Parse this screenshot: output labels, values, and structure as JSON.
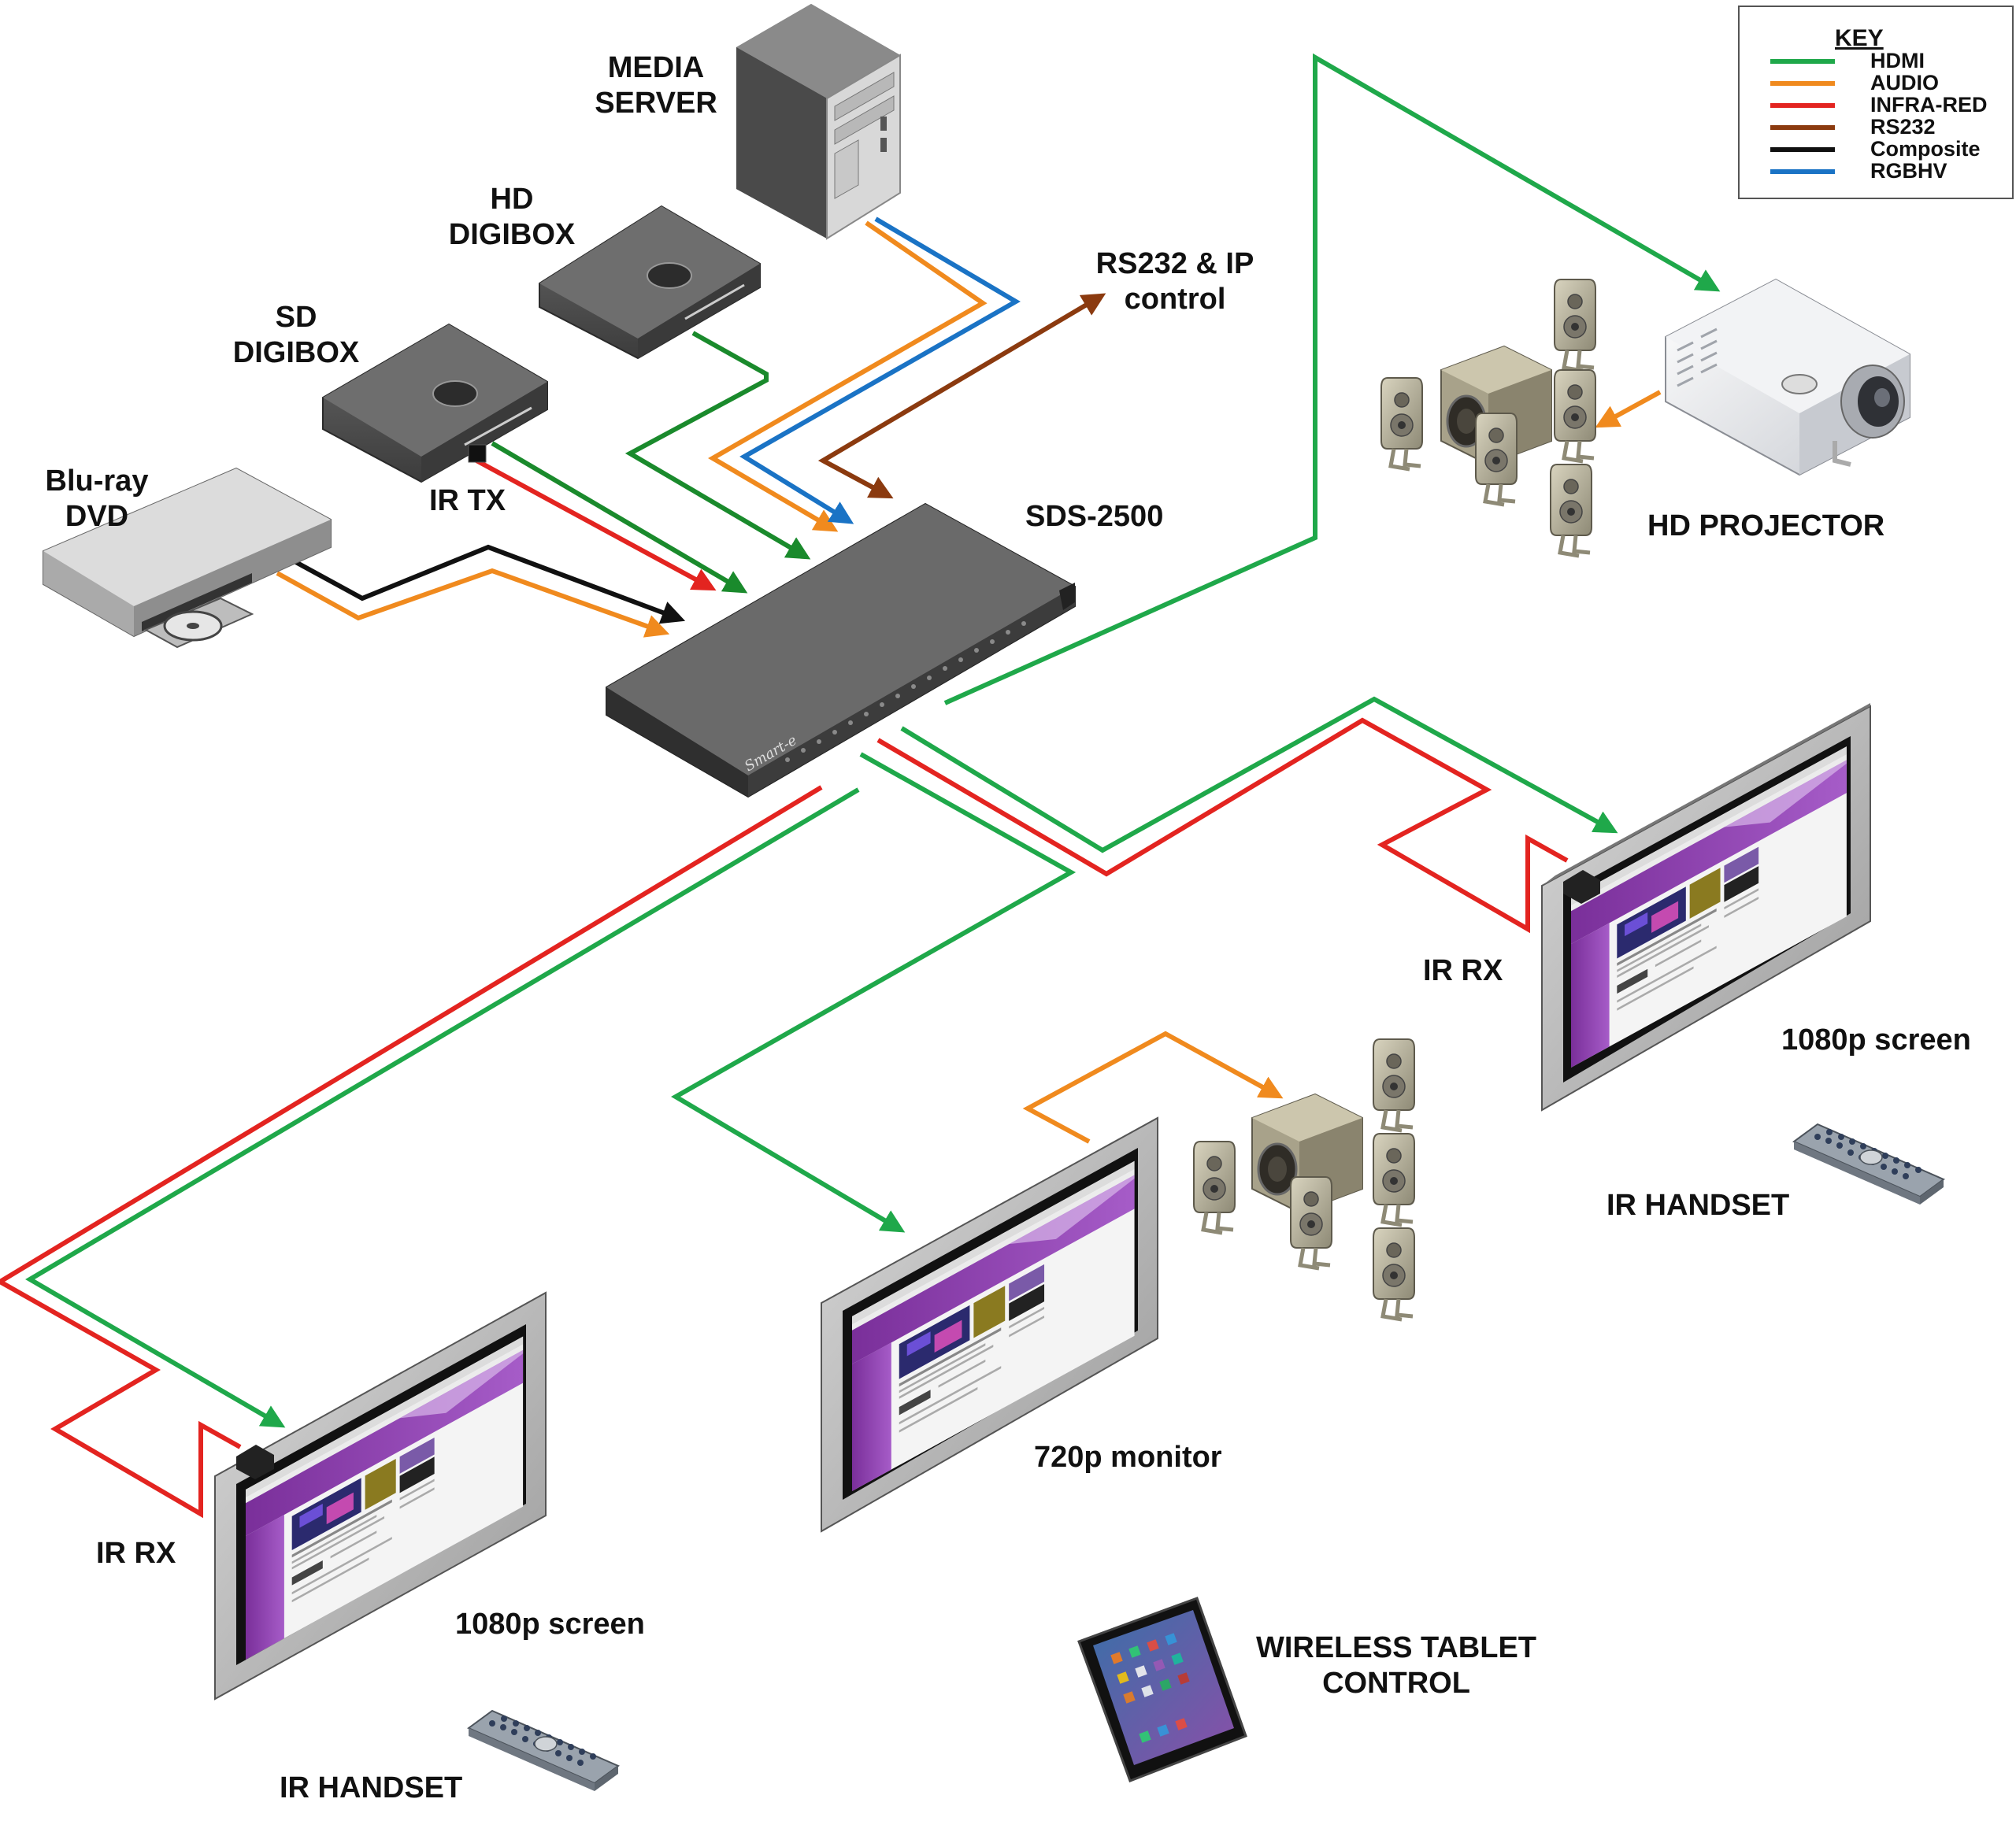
{
  "labels": {
    "media_server": [
      "MEDIA",
      "SERVER"
    ],
    "hd_digibox": [
      "HD",
      "DIGIBOX"
    ],
    "sd_digibox": [
      "SD",
      "DIGIBOX"
    ],
    "bluray": [
      "Blu-ray",
      "DVD"
    ],
    "ir_tx": "IR TX",
    "rs232_ip": [
      "RS232 & IP",
      "control"
    ],
    "sds": "SDS-2500",
    "hd_projector": "HD PROJECTOR",
    "ir_rx_right": "IR RX",
    "screen_right": "1080p screen",
    "ir_handset_right": "IR HANDSET",
    "monitor_720": "720p monitor",
    "ir_rx_left": "IR RX",
    "screen_left": "1080p screen",
    "ir_handset_left": "IR HANDSET",
    "tablet": [
      "WIRELESS TABLET",
      "CONTROL"
    ]
  },
  "device_brand": "Smart-e",
  "key": {
    "title": "KEY",
    "items": [
      {
        "label": "HDMI",
        "color": "#1fa84a"
      },
      {
        "label": "AUDIO",
        "color": "#f08a1e"
      },
      {
        "label": "INFRA-RED",
        "color": "#e32420"
      },
      {
        "label": "RS232",
        "color": "#8b3a0f"
      },
      {
        "label": "Composite",
        "color": "#111111"
      },
      {
        "label": "RGBHV",
        "color": "#1a73c5"
      }
    ]
  },
  "colors": {
    "hdmi": "#1fa84a",
    "hdmi_dark": "#1a8a2c",
    "audio": "#f08a1e",
    "infrared": "#e32420",
    "rs232": "#8b3a0f",
    "composite": "#111111",
    "rgbhv": "#1a73c5"
  }
}
